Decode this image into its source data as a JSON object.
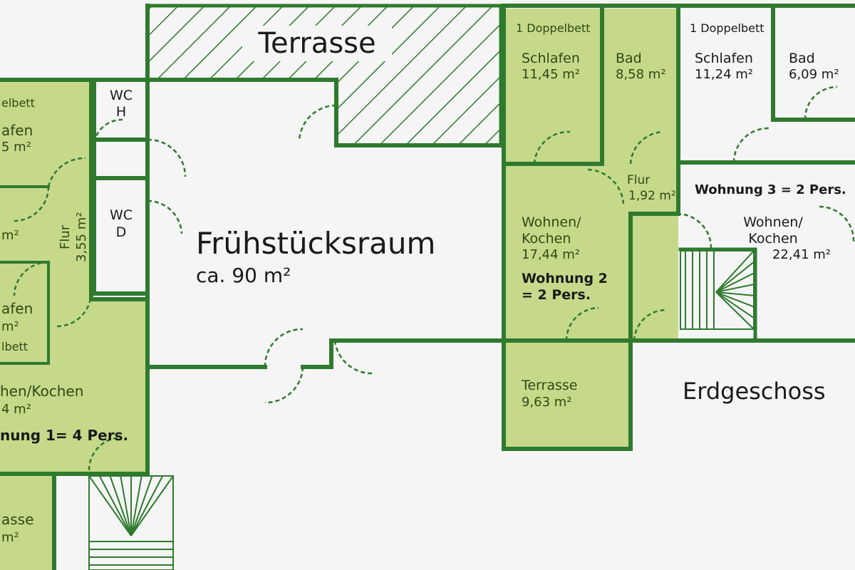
{
  "colors": {
    "wall": "#2f7a2f",
    "room_fill": "#c6d98a",
    "background": "#f5f5f5",
    "text_dark_green": "#2e4a12",
    "text": "#1a1a1a"
  },
  "floor": {
    "name": "Erdgeschoss"
  },
  "terrace_top": {
    "name": "Terrasse"
  },
  "breakfast_room": {
    "name": "Frühstücksraum",
    "area": "ca. 90 m²"
  },
  "wc_h": {
    "line1": "WC",
    "line2": "H"
  },
  "wc_d": {
    "line1": "WC",
    "line2": "D"
  },
  "apartment1": {
    "bed_top": "elbett",
    "bed_top_2": "lbett",
    "sleep_top": {
      "name": "afen",
      "area": "5 m²"
    },
    "room_mid_area": "m²",
    "sleep_bottom": {
      "name": "afen",
      "area": "m²"
    },
    "hall": {
      "name": "Flur",
      "area": "3,55 m²"
    },
    "living": {
      "name": "hen/Kochen",
      "area": "4 m²"
    },
    "title": "nung 1= 4 Pers.",
    "terrace": {
      "name": "asse",
      "area": "m²"
    }
  },
  "apartment2": {
    "bed": "1 Doppelbett",
    "sleep": {
      "name": "Schlafen",
      "area": "11,45 m²"
    },
    "bath": {
      "name": "Bad",
      "area": "8,58 m²"
    },
    "hall": {
      "name": "Flur",
      "area": "1,92 m²"
    },
    "living": {
      "name1": "Wohnen/",
      "name2": "Kochen",
      "area": "17,44 m²"
    },
    "title1": "Wohnung 2",
    "title2": "= 2 Pers.",
    "terrace": {
      "name": "Terrasse",
      "area": "9,63 m²"
    }
  },
  "apartment3": {
    "bed": "1 Doppelbett",
    "sleep": {
      "name": "Schlafen",
      "area": "11,24 m²"
    },
    "bath": {
      "name": "Bad",
      "area": "6,09 m²"
    },
    "title": "Wohnung 3 = 2 Pers.",
    "living": {
      "name1": "Wohnen/",
      "name2": "Kochen",
      "area": "22,41 m²"
    }
  }
}
